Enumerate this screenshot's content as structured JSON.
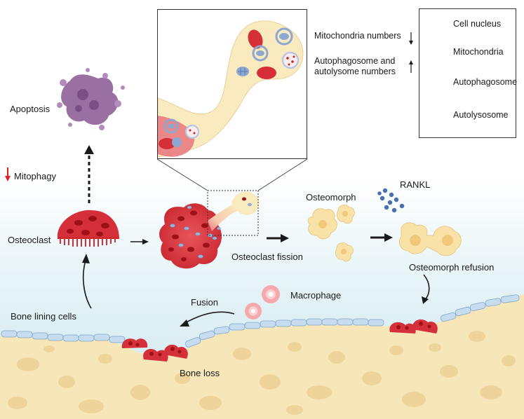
{
  "labels": {
    "apoptosis": "Apoptosis",
    "mitophagy": "Mitophagy",
    "osteoclast": "Osteoclast",
    "osteoclast_fission": "Osteoclast fission",
    "osteomorph": "Osteomorph",
    "rankl": "RANKL",
    "osteomorph_refusion": "Osteomorph refusion",
    "macrophage": "Macrophage",
    "fusion": "Fusion",
    "bone_lining_cells": "Bone lining cells",
    "bone_loss": "Bone loss"
  },
  "inset_notes": {
    "mitochondria_numbers": "Mitochondria numbers",
    "autophagosome_line1": "Autophagosome and",
    "autophagosome_line2": "autolysome numbers"
  },
  "legend": {
    "items": [
      {
        "label": "Cell nucleus",
        "icon": "nucleus-icon"
      },
      {
        "label": "Mitochondria",
        "icon": "mitochondria-icon"
      },
      {
        "label": "Autophagosome",
        "icon": "autophagosome-icon"
      },
      {
        "label": "Autolysosome",
        "icon": "autolysosome-icon"
      }
    ]
  },
  "colors": {
    "cell_red": "#d5303a",
    "nucleus_dark": "#b3161f",
    "bone_fill": "#f6e6b8",
    "bone_pit": "#eed49a",
    "lining_cell": "#c7dcef",
    "osteomorph_fill": "#f8e2a8",
    "macrophage": "#f5a8ad",
    "apoptosis": "#9a6fa2",
    "sky_top": "#ffffff",
    "sky_bottom": "#d8ecf2"
  }
}
